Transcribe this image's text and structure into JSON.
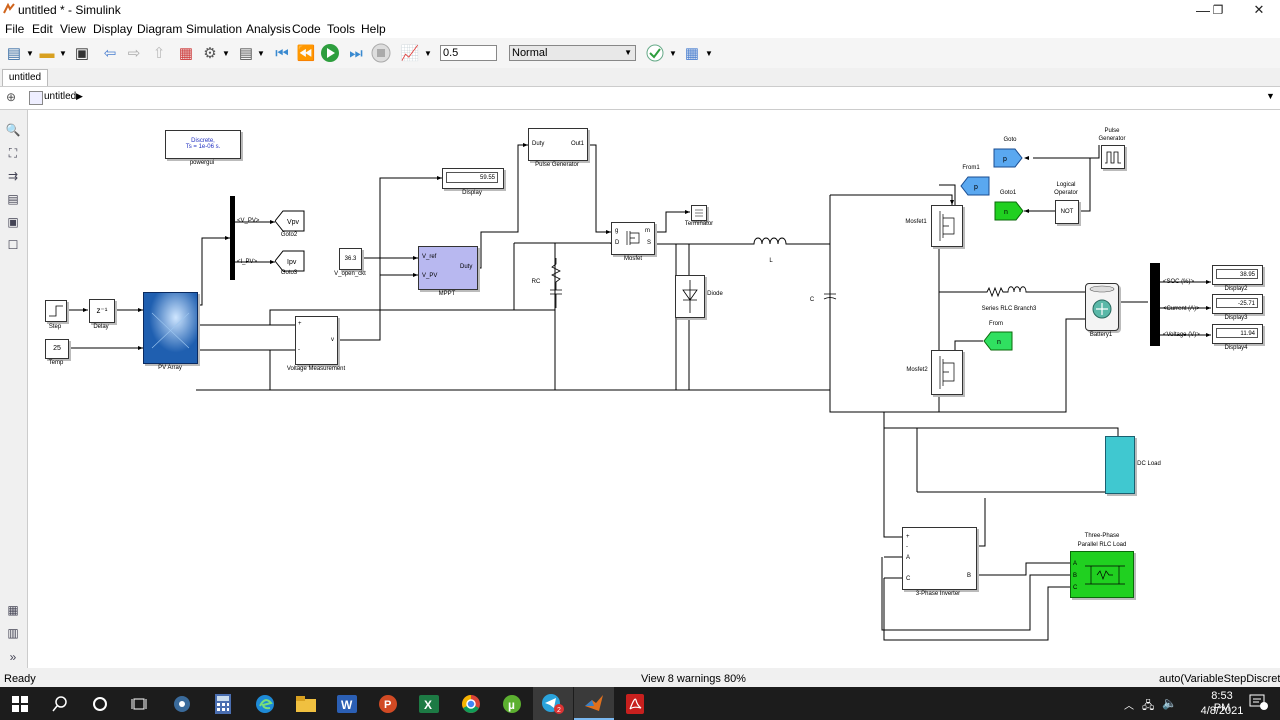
{
  "window": {
    "title": "untitled * - Simulink",
    "minimize": "—",
    "maximize": "❐",
    "close": "✕"
  },
  "menu": [
    "File",
    "Edit",
    "View",
    "Display",
    "Diagram",
    "Simulation",
    "Analysis",
    "Code",
    "Tools",
    "Help"
  ],
  "toolbar": {
    "stop_time": "0.5",
    "sim_mode": "Normal"
  },
  "tab": {
    "label": "untitled"
  },
  "breadcrumb": {
    "model": "untitled",
    "arrow": "▶"
  },
  "blocks": {
    "powergui": {
      "line1": "Discrete,",
      "line2": "Ts = 1e-06 s.",
      "label": "powergui"
    },
    "step": "Step",
    "delay": {
      "label": "Delay",
      "symbol": "z⁻¹"
    },
    "temp": {
      "value": "25",
      "label": "Temp"
    },
    "pv_array": "PV Array",
    "bus_vpv": "<V_PV>",
    "bus_ipv": "<I_PV>",
    "goto2": {
      "tag": "Vpv",
      "label": "Goto2"
    },
    "goto3": {
      "tag": "Ipv",
      "label": "Goto3"
    },
    "v_open": {
      "value": "36.3",
      "label": "V_open_ckt"
    },
    "voltage_meas": {
      "label": "Voltage Measurement",
      "plus": "+",
      "minus": "-",
      "v": "v"
    },
    "display": {
      "value": "59.55",
      "label": "Display"
    },
    "mppt": {
      "label": "MPPT",
      "in1": "V_ref",
      "in2": "V_PV",
      "out": "Duty"
    },
    "pulse_gen": {
      "label": "Pulse Generator",
      "in": "Duty",
      "out": "Out1"
    },
    "rc": "RC",
    "mosfet": {
      "label": "Mosfet",
      "g": "g",
      "m": "m",
      "d": "D",
      "s": "S"
    },
    "terminator": "Terminator",
    "diode": "Diode",
    "inductor": "L",
    "capacitor": "C",
    "goto": {
      "tag": "p",
      "label": "Goto"
    },
    "goto1": {
      "tag": "n",
      "label": "Goto1"
    },
    "from1": {
      "tag": "p",
      "label": "From1"
    },
    "from": {
      "tag": "n",
      "label": "From"
    },
    "pulse_gen2": {
      "label1": "Pulse",
      "label2": "Generator"
    },
    "logical_op": {
      "label1": "Logical",
      "label2": "Operator",
      "text": "NOT"
    },
    "mosfet1": "Mosfet1",
    "mosfet2": "Mosfet2",
    "series_rlc": "Series RLC Branch3",
    "battery": "Battery1",
    "bus_soc": "<SOC (%)>",
    "bus_current": "<Current (A)>",
    "bus_voltage": "<Voltage (V)>",
    "display2": {
      "value": "38.95",
      "label": "Display2"
    },
    "display3": {
      "value": "-25.71",
      "label": "Display3"
    },
    "display4": {
      "value": "11.94",
      "label": "Display4"
    },
    "dc_load": "DC Load",
    "inverter": {
      "label": "3-Phase Inverter",
      "plus": "+",
      "minus": "-",
      "a": "A",
      "b": "B",
      "c": "C"
    },
    "rlc_load": {
      "label1": "Three-Phase",
      "label2": "Parallel RLC Load",
      "a": "A",
      "b": "B",
      "c": "C"
    }
  },
  "status": {
    "left": "Ready",
    "center": "View 8 warnings  80%",
    "right": "auto(VariableStepDiscrete)"
  },
  "taskbar": {
    "time": "8:53 PM",
    "date": "4/8/2021",
    "ppt_badge": "2"
  }
}
